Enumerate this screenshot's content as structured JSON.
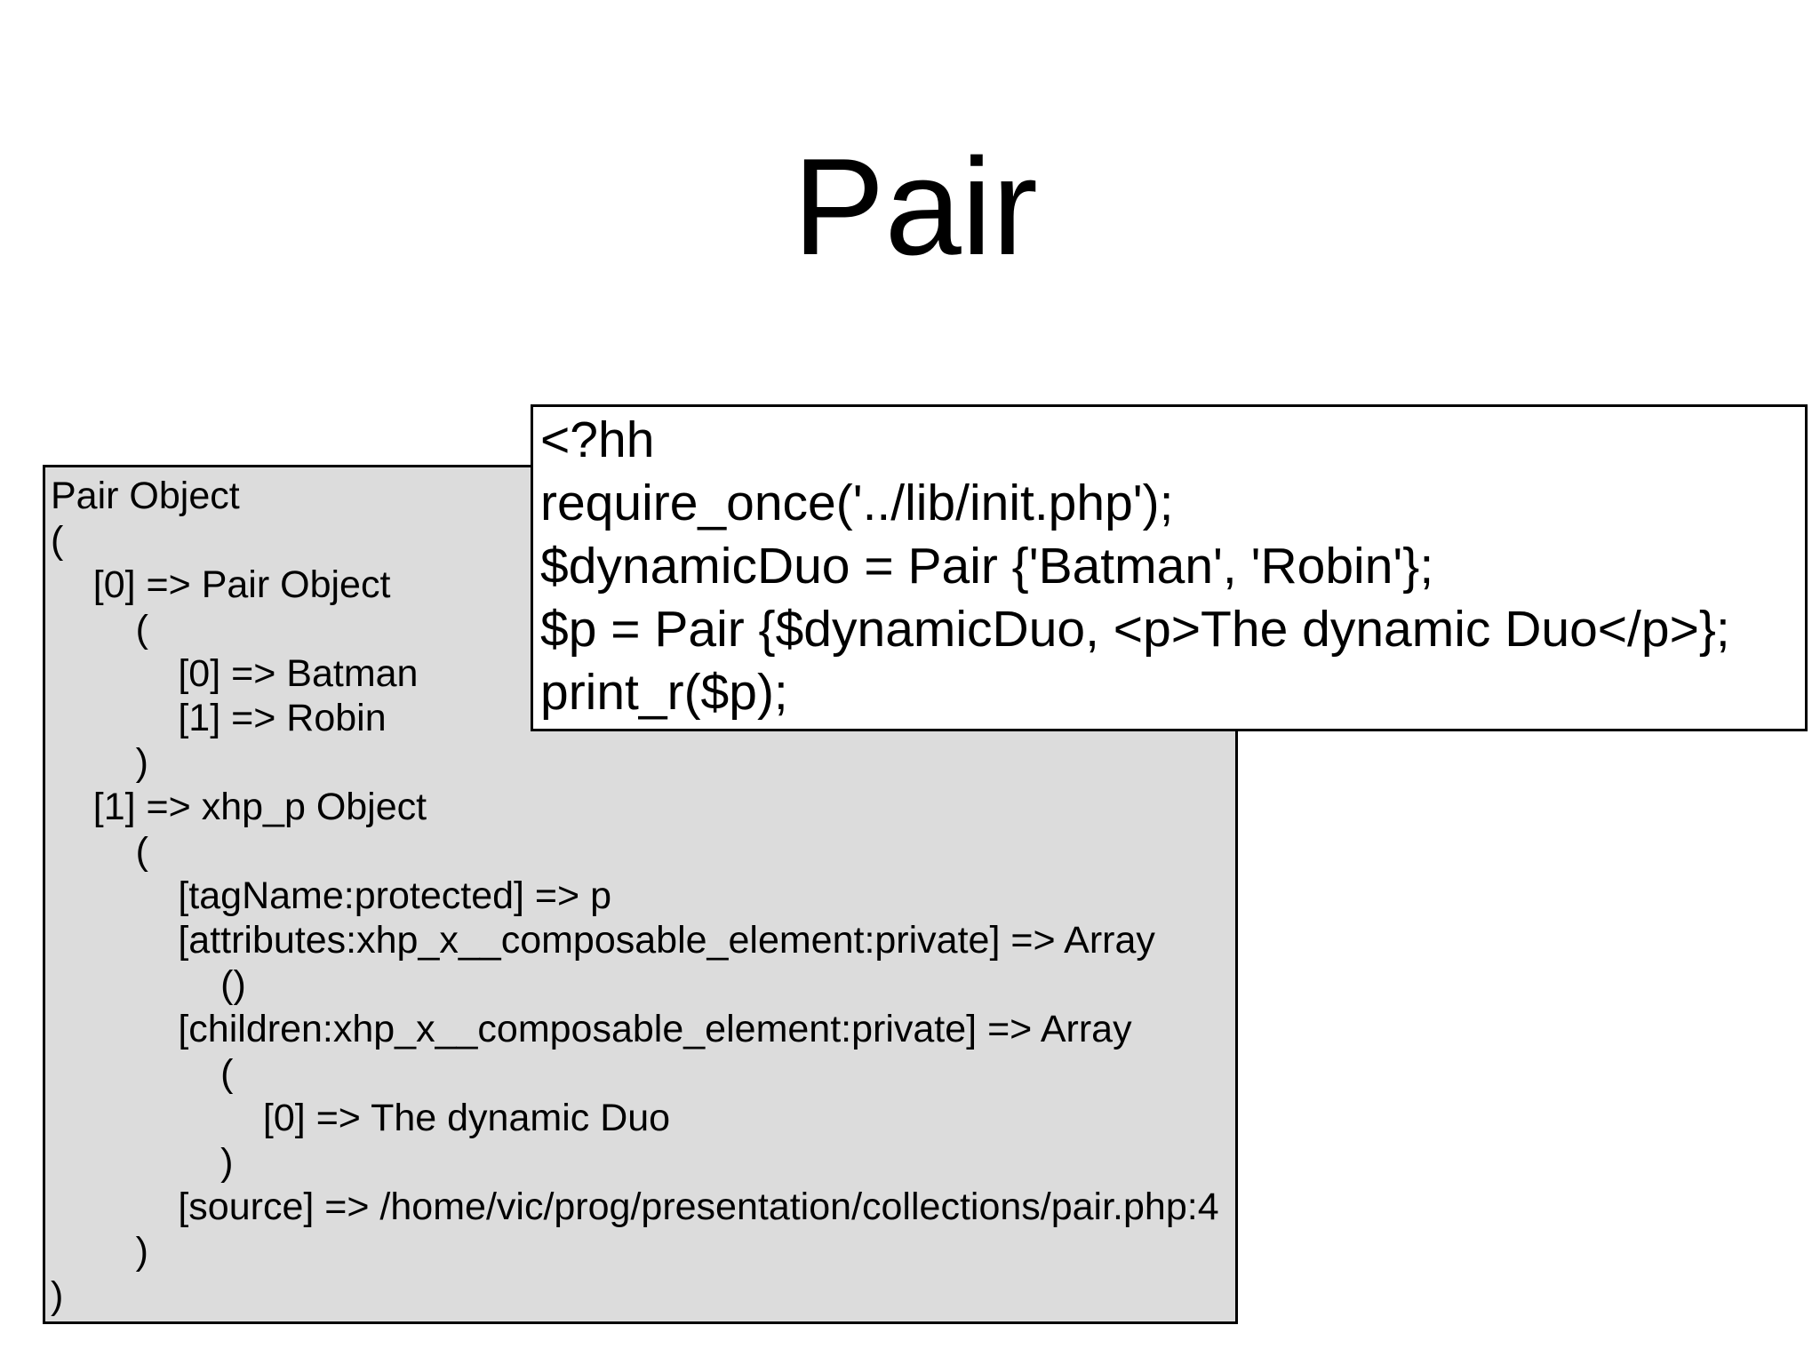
{
  "title": "Pair",
  "colors": {
    "page_bg": "#FFFFFF",
    "text": "#000000",
    "box_border": "#000000",
    "output_box_bg": "#DCDCDC",
    "code_box_bg": "#FFFFFF"
  },
  "code_box": {
    "lines": [
      "<?hh",
      "require_once('../lib/init.php');",
      "$dynamicDuo = Pair {'Batman', 'Robin'};",
      "$p = Pair {$dynamicDuo, <p>The dynamic Duo</p>};",
      "print_r($p);"
    ]
  },
  "output_box": {
    "lines": [
      "Pair Object",
      "(",
      "    [0] => Pair Object",
      "        (",
      "            [0] => Batman",
      "            [1] => Robin",
      "        )",
      "    [1] => xhp_p Object",
      "        (",
      "            [tagName:protected] => p",
      "            [attributes:xhp_x__composable_element:private] => Array",
      "                ()",
      "            [children:xhp_x__composable_element:private] => Array",
      "                (",
      "                    [0] => The dynamic Duo",
      "                )",
      "            [source] => /home/vic/prog/presentation/collections/pair.php:4",
      "        )",
      ")"
    ]
  }
}
